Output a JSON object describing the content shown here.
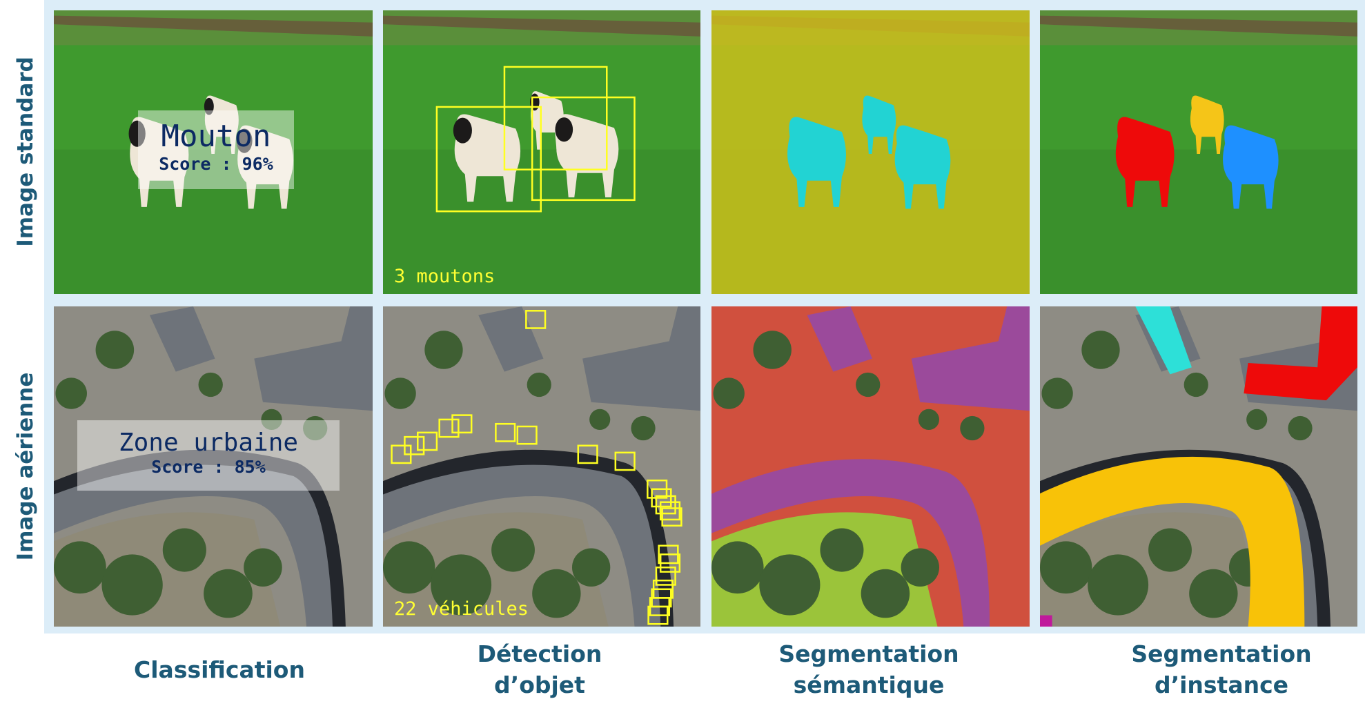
{
  "rows": [
    {
      "label": "Image standard"
    },
    {
      "label": "Image aérienne"
    }
  ],
  "columns": [
    {
      "label_lines": [
        "Classification"
      ]
    },
    {
      "label_lines": [
        "Détection",
        "d’objet"
      ]
    },
    {
      "label_lines": [
        "Segmentation",
        "sémantique"
      ]
    },
    {
      "label_lines": [
        "Segmentation",
        "d’instance"
      ]
    }
  ],
  "standard": {
    "classification": {
      "label": "Mouton",
      "score": "Score : 96%"
    },
    "detection": {
      "count": "3 moutons"
    },
    "instance_colors": [
      "#ee0a0a",
      "#f5c518",
      "#1e90ff"
    ],
    "semantic_color": "#22d3d3"
  },
  "aerial": {
    "classification": {
      "label": "Zone urbaine",
      "score": "Score : 85%"
    },
    "detection": {
      "count": "22 véhicules"
    },
    "semantic_colors": {
      "road": "#d0503e",
      "building": "#9b4a9b",
      "vegetation": "#9bc43a"
    },
    "instance_colors": [
      "#2de0d8",
      "#ee0a0a",
      "#f8c208",
      "#c0199c"
    ]
  },
  "colors": {
    "accent": "#1d5a78",
    "box": "#ffff22",
    "background": "#dcedf8"
  }
}
